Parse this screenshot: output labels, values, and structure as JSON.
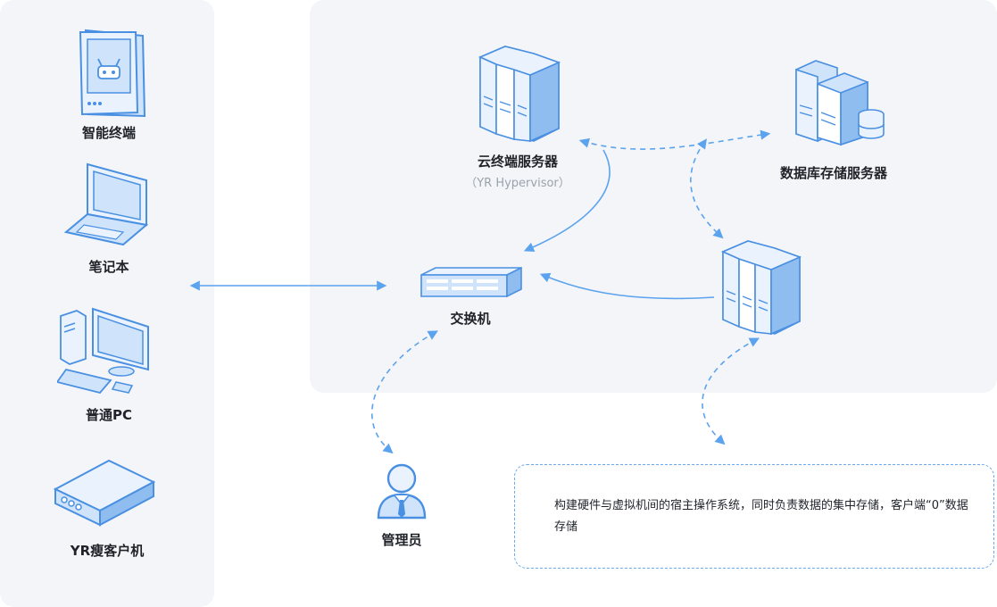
{
  "devices": {
    "smart_terminal": {
      "label": "智能终端"
    },
    "laptop": {
      "label": "笔记本"
    },
    "desktop_pc": {
      "label": "普通PC"
    },
    "thin_client": {
      "label": "YR瘦客户机"
    }
  },
  "servers": {
    "cloud_server": {
      "label": "云终端服务器",
      "sublabel": "（YR Hypervisor）"
    },
    "database_server": {
      "label": "数据库存储服务器"
    },
    "switch": {
      "label": "交换机"
    },
    "storage_rack": {
      "label": ""
    }
  },
  "admin": {
    "label": "管理员"
  },
  "note": {
    "text": "构建硬件与虚拟机间的宿主操作系统，同时负责数据的集中存储，客户端“0”数据存储"
  },
  "colors": {
    "panel_bg": "#f3f5f8",
    "accent": "#4a90e2",
    "accent_light": "#cfe3fa",
    "accent_mid": "#8fbdf0",
    "line": "#5ba3ee"
  }
}
